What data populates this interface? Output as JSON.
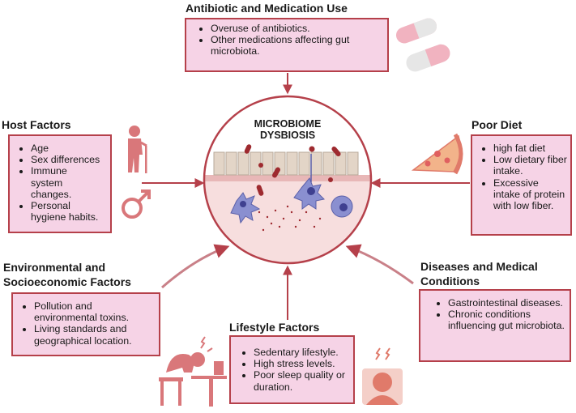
{
  "center": {
    "line1": "MICROBIOME",
    "line2": "DYSBIOSIS"
  },
  "sections": {
    "antibiotic": {
      "title": "Antibiotic and Medication Use",
      "items": [
        "Overuse of antibiotics.",
        "Other medications affecting gut microbiota."
      ]
    },
    "host": {
      "title": "Host Factors",
      "items": [
        "Age",
        "Sex differences",
        "Immune system changes.",
        "Personal hygiene habits."
      ]
    },
    "diet": {
      "title": "Poor Diet",
      "items": [
        "high fat diet",
        "Low dietary fiber intake.",
        "Excessive intake of protein with low fiber."
      ]
    },
    "environment": {
      "title_line1": "Environmental and",
      "title_line2": "Socioeconomic Factors",
      "items": [
        "Pollution and environmental toxins.",
        "Living standards and geographical location."
      ]
    },
    "lifestyle": {
      "title": "Lifestyle Factors",
      "items": [
        "Sedentary lifestyle.",
        "High stress levels.",
        "Poor sleep quality or duration."
      ]
    },
    "diseases": {
      "title_line1": "Diseases and Medical",
      "title_line2": "Conditions",
      "items": [
        "Gastrointestinal diseases.",
        "Chronic conditions influencing gut microbiota."
      ]
    }
  },
  "colors": {
    "border": "#b5404a",
    "box_fill": "#f6d3e6",
    "icon": "#d9777a",
    "arrow": "#b5404a"
  },
  "icons": [
    "pills-icon",
    "elderly-person-icon",
    "male-symbol-icon",
    "pizza-slice-icon",
    "stressed-worker-icon",
    "stressed-person-icon",
    "microbiome-circle-icon"
  ]
}
